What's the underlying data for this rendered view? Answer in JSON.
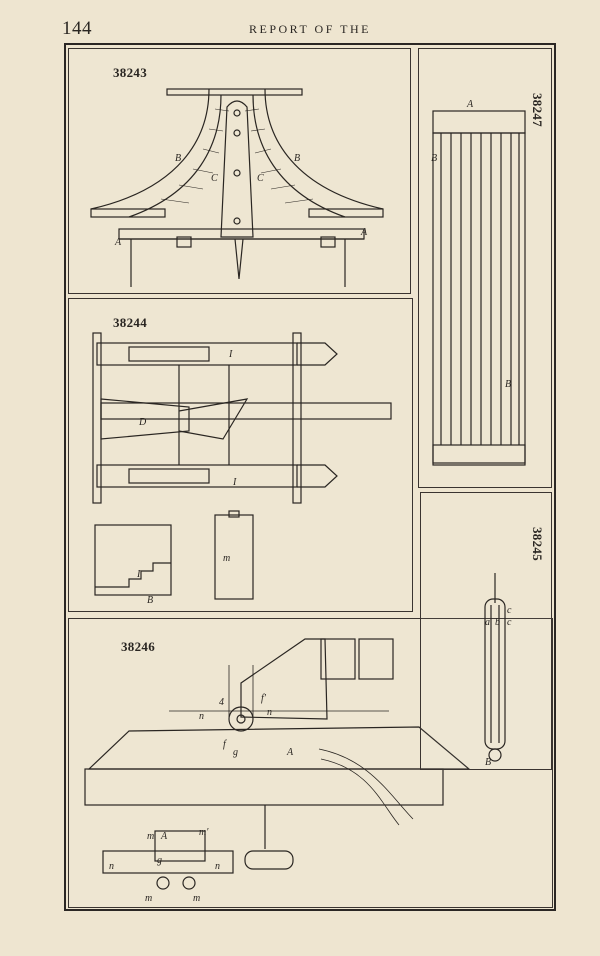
{
  "header": {
    "page_number": "144",
    "running_head": "REPORT OF THE"
  },
  "figures": [
    {
      "number": "38243",
      "letters": [
        "A",
        "A",
        "B",
        "B",
        "C",
        "C"
      ]
    },
    {
      "number": "38244",
      "letters": [
        "D",
        "I",
        "I",
        "I",
        "B",
        "m"
      ]
    },
    {
      "number": "38246",
      "letters": [
        "4",
        "f′",
        "n",
        "n",
        "f",
        "g",
        "A",
        "m",
        "A",
        "m′",
        "n",
        "n",
        "g",
        "m",
        "m"
      ]
    },
    {
      "number": "38247",
      "letters": [
        "A",
        "B",
        "B"
      ]
    },
    {
      "number": "38245",
      "letters": [
        "c",
        "c",
        "a",
        "b",
        "B"
      ]
    }
  ]
}
